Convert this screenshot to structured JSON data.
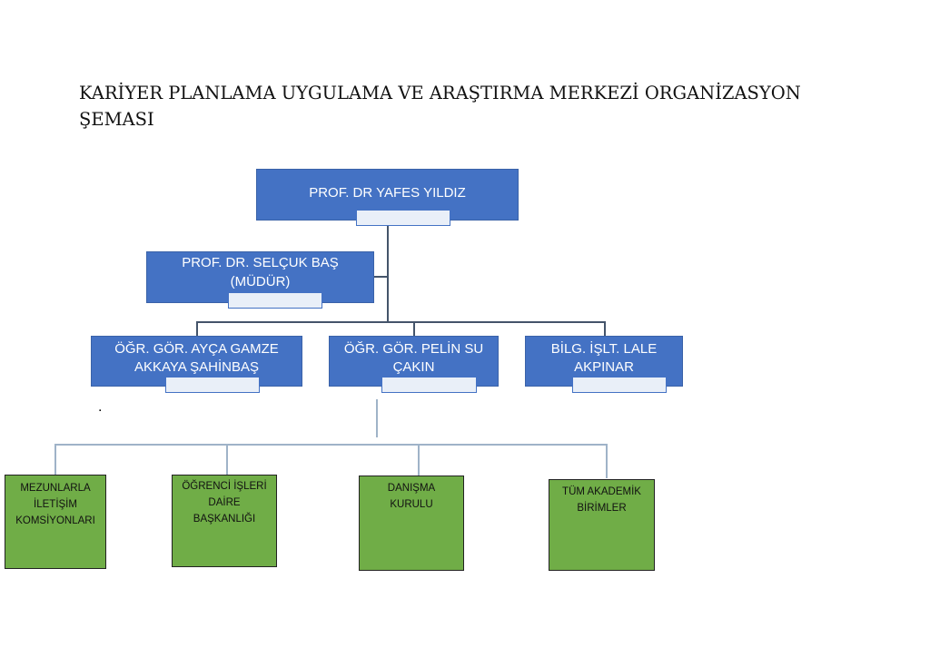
{
  "title": "KARİYER PLANLAMA UYGULAMA VE ARAŞTIRMA MERKEZİ ORGANİZASYON ŞEMASI",
  "top": {
    "name": "PROF. DR YAFES YILDIZ"
  },
  "director": {
    "line1": "PROF. DR. SELÇUK BAŞ",
    "line2": "(MÜDÜR)"
  },
  "staff": [
    {
      "line1": "ÖĞR. GÖR. AYÇA GAMZE",
      "line2": "AKKAYA ŞAHİNBAŞ"
    },
    {
      "line1": "ÖĞR. GÖR. PELİN SU",
      "line2": "ÇAKIN"
    },
    {
      "line1": "BİLG. İŞLT. LALE",
      "line2": "AKPINAR"
    }
  ],
  "dot": ".",
  "units": [
    {
      "l1": "MEZUNLARLA",
      "l2": "İLETİŞİM",
      "l3": "KOMSİYONLARI"
    },
    {
      "l1": "ÖĞRENCİ İŞLERİ",
      "l2": "DAİRE",
      "l3": "BAŞKANLIĞI"
    },
    {
      "l1": "DANIŞMA",
      "l2": "KURULU"
    },
    {
      "l1": "TÜM AKADEMİK",
      "l2": "BİRİMLER"
    }
  ]
}
